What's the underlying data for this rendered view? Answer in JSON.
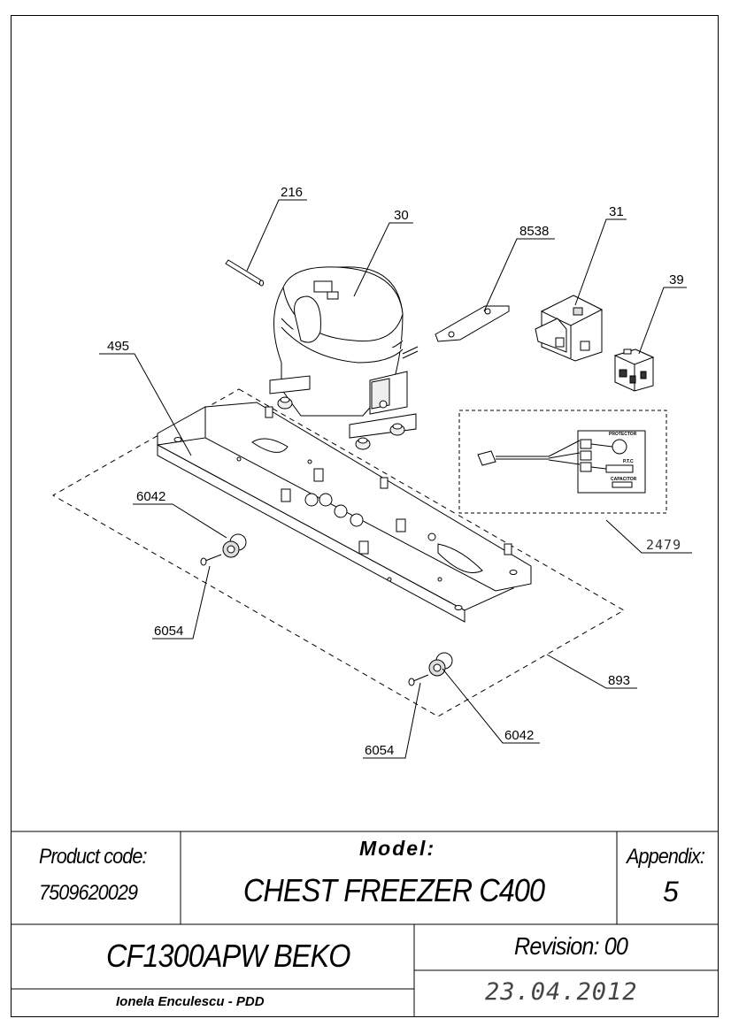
{
  "diagram": {
    "callouts": {
      "c216": "216",
      "c30": "30",
      "c31": "31",
      "c8538": "8538",
      "c39": "39",
      "c495": "495",
      "c6042a": "6042",
      "c6054a": "6054",
      "c2479": "2479",
      "c893": "893",
      "c6054b": "6054",
      "c6042b": "6042"
    },
    "wiring_labels": {
      "protector": "PROTECTOR",
      "ptc": "P.T.C",
      "capacitor": "CAPACITOR"
    }
  },
  "title_block": {
    "product_code_label": "Product code:",
    "product_code_value": "7509620029",
    "model_label": "Model:",
    "model_value": "CHEST FREEZER C400",
    "appendix_label": "Appendix:",
    "appendix_value": "5",
    "product_name": "CF1300APW BEKO",
    "revision": "Revision: 00",
    "date": "23.04.2012",
    "author": "Ionela Enculescu - PDD"
  }
}
